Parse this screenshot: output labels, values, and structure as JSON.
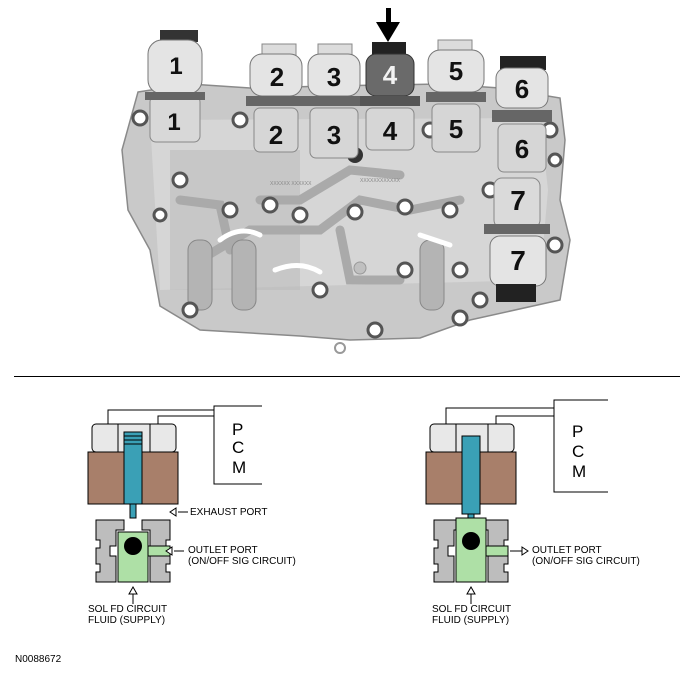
{
  "photo": {
    "solenoid_numbers": [
      "1",
      "2",
      "3",
      "4",
      "5",
      "6",
      "7"
    ],
    "indicator": "arrow pointing to solenoid 4"
  },
  "diagrams": [
    {
      "pcm_letters": [
        "P",
        "C",
        "M"
      ],
      "exhaust_label": "EXHAUST PORT",
      "outlet_label_1": "OUTLET PORT",
      "outlet_label_2": "(ON/OFF SIG CIRCUIT)",
      "supply_label_1": "SOL FD CIRCUIT",
      "supply_label_2": "FLUID (SUPPLY)"
    },
    {
      "pcm_letters": [
        "P",
        "C",
        "M"
      ],
      "outlet_label_1": "OUTLET PORT",
      "outlet_label_2": "(ON/OFF SIG CIRCUIT)",
      "supply_label_1": "SOL FD CIRCUIT",
      "supply_label_2": "FLUID (SUPPLY)"
    }
  ],
  "figure_id": "N0088672",
  "colors": {
    "coil": "#a87f6a",
    "plunger": "#3aa0b6",
    "fluid": "#aee0a6",
    "body": "#bdbdbd",
    "ball": "#000000"
  }
}
